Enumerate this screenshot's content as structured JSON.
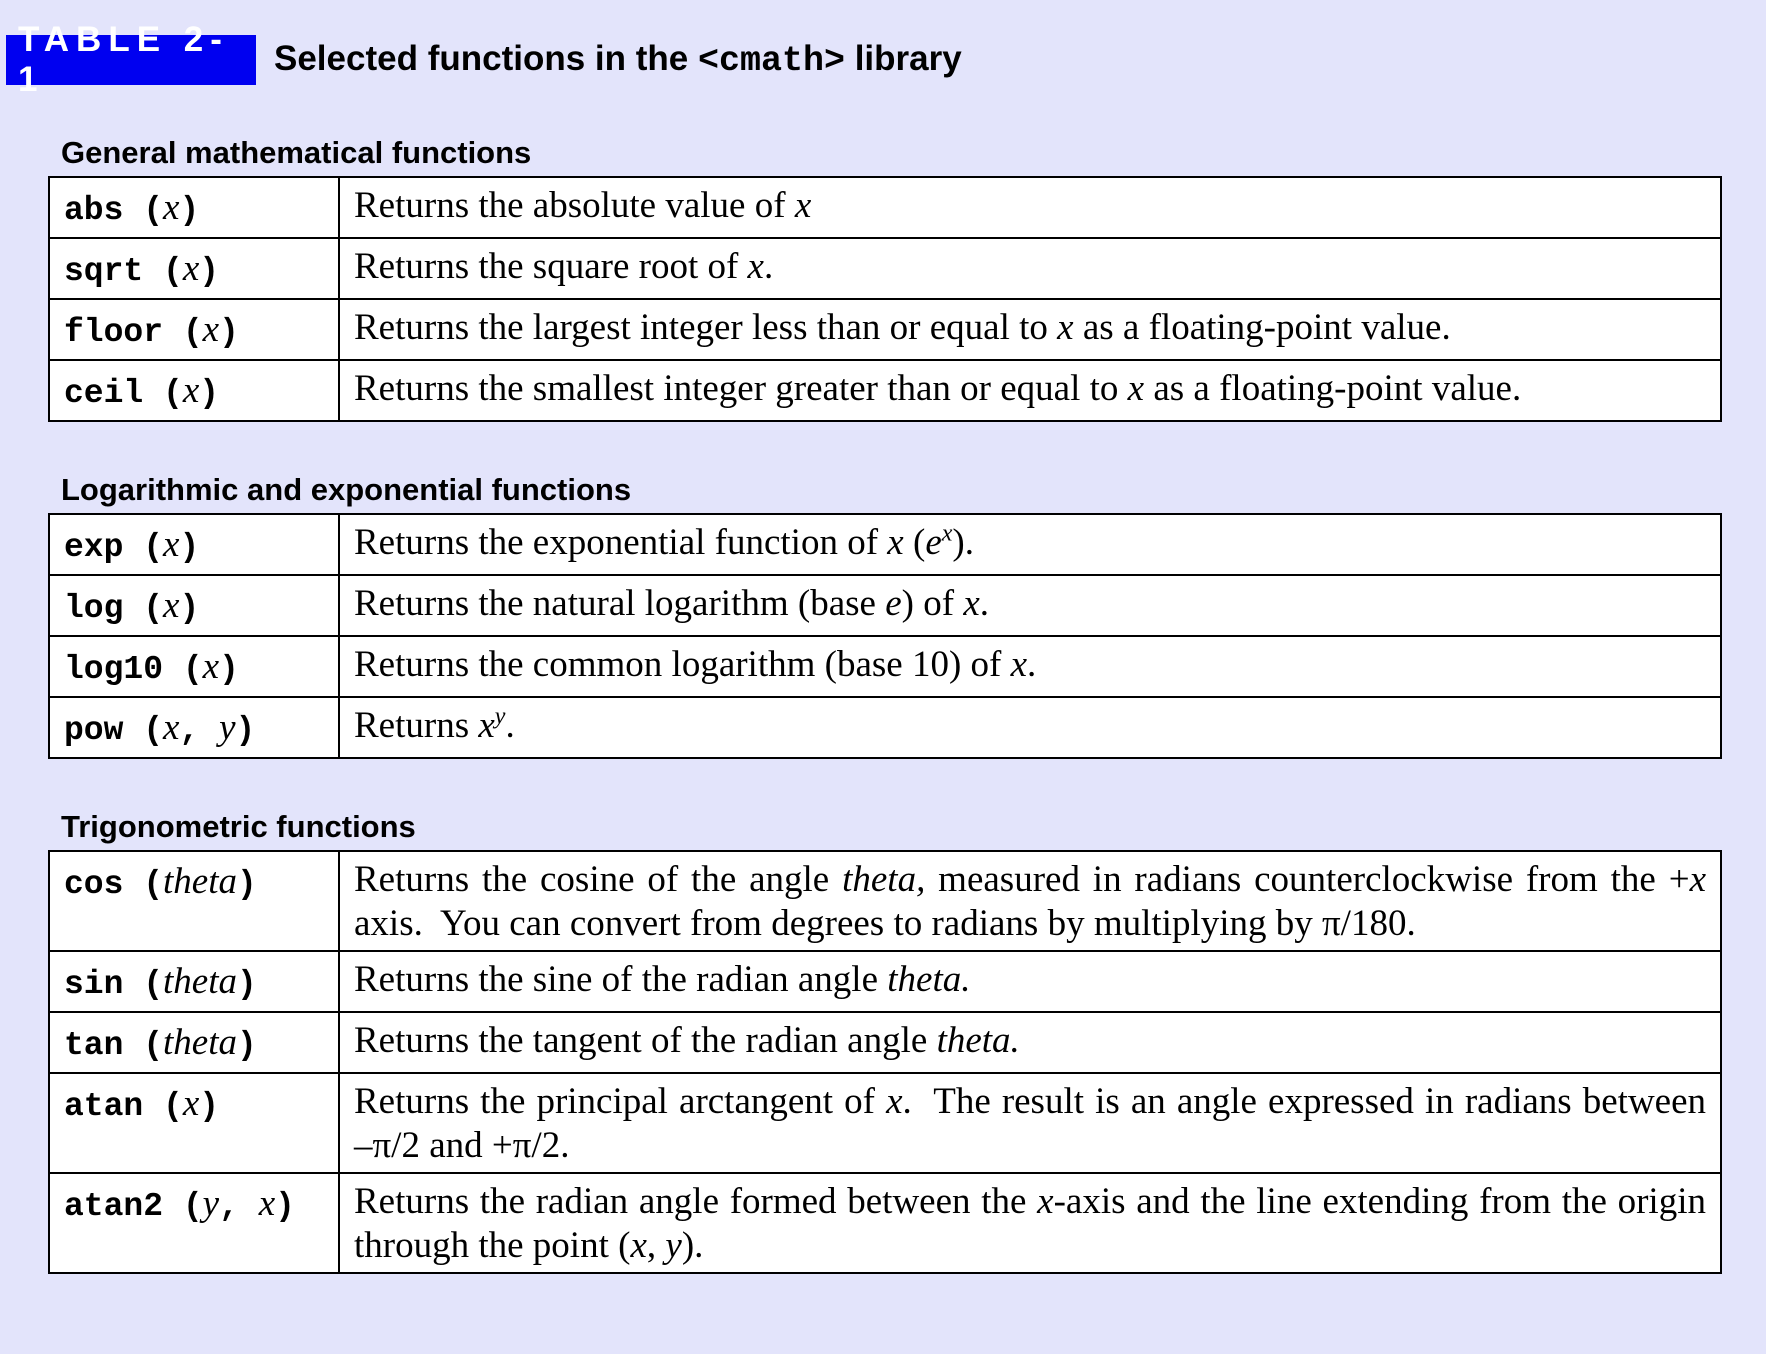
{
  "title": {
    "badge": "TABLE 2-1",
    "prefix": "Selected functions in the ",
    "code": "<cmath>",
    "suffix": " library"
  },
  "sections": [
    {
      "heading": "General mathematical functions",
      "rows": [
        {
          "fn": "abs",
          "args": "x",
          "desc": "Returns the absolute value of <i>x</i>"
        },
        {
          "fn": "sqrt",
          "args": "x",
          "desc": "Returns the square root of <i>x</i>."
        },
        {
          "fn": "floor",
          "args": "x",
          "desc": "Returns the largest integer less than or equal to <i>x</i> as a floating-point value."
        },
        {
          "fn": "ceil",
          "args": "x",
          "desc": "Returns the smallest integer greater than or equal to <i>x</i> as a floating-point value."
        }
      ]
    },
    {
      "heading": "Logarithmic and exponential functions",
      "rows": [
        {
          "fn": "exp",
          "args": "x",
          "desc": "Returns the exponential function of <i>x</i> (<i>e</i><sup><i>x</i></sup>)."
        },
        {
          "fn": "log",
          "args": "x",
          "desc": "Returns the natural logarithm (base <i>e</i>) of <i>x</i>."
        },
        {
          "fn": "log10",
          "args": "x",
          "desc": "Returns the common logarithm (base 10) of <i>x</i>."
        },
        {
          "fn": "pow",
          "args": "x, y",
          "desc": "Returns <i>x</i><sup><i>y</i></sup>."
        }
      ]
    },
    {
      "heading": "Trigonometric functions",
      "rows": [
        {
          "fn": "cos",
          "args": "theta",
          "desc": "Returns the cosine of the angle <i>theta,</i> measured in radians counterclockwise from the +<i>x</i> axis.&nbsp; You can convert from degrees to radians by multiplying by π/180."
        },
        {
          "fn": "sin",
          "args": "theta",
          "desc": "Returns the sine of the radian angle <i>theta.</i>"
        },
        {
          "fn": "tan",
          "args": "theta",
          "desc": "Returns the tangent of the radian angle <i>theta.</i>"
        },
        {
          "fn": "atan",
          "args": "x",
          "desc": "Returns the principal arctangent of <i>x</i>.&nbsp; The result is an angle expressed in radians between –π/2 and +π/2."
        },
        {
          "fn": "atan2",
          "args": "y, x",
          "desc": "Returns the radian angle formed between the <i>x</i>-axis and the line extending from the origin through the point (<i>x</i>, <i>y</i>)."
        }
      ]
    }
  ]
}
